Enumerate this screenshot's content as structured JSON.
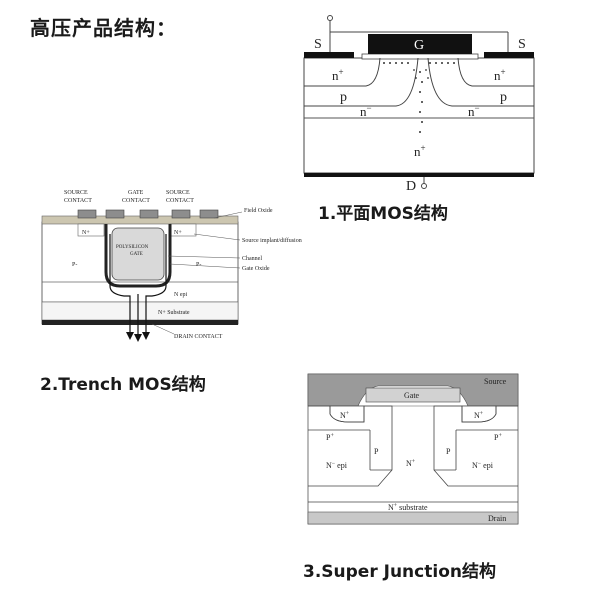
{
  "title": "高压产品结构：",
  "planar": {
    "caption": "1.平面MOS结构",
    "source_left": "S",
    "source_right": "S",
    "gate": "G",
    "drain": "D",
    "n_plus": "n",
    "p": "p",
    "n_minus": "n",
    "substrate": "n",
    "sup_plus": "+",
    "sup_minus": "−"
  },
  "trench": {
    "caption": "2.Trench MOS结构",
    "source_contact_1": "SOURCE",
    "source_contact_2": "CONTACT",
    "gate_contact_1": "GATE",
    "gate_contact_2": "CONTACT",
    "n_plus": "N+",
    "p_minus": "P-",
    "polysilicon_1": "POLYSILICON",
    "polysilicon_2": "GATE",
    "n_epi": "N epi",
    "n_substrate": "N+ Substrate",
    "drain_contact": "DRAIN CONTACT",
    "field_oxide": "Field Oxide",
    "source_implant": "Source implant/diffusion",
    "channel": "Channel",
    "gate_oxide": "Gate Oxide"
  },
  "superjunction": {
    "caption": "3.Super Junction结构",
    "source": "Source",
    "gate": "Gate",
    "n_plus": "N",
    "p_plus": "P",
    "p": "P",
    "n_epi": "N",
    "epi": "epi",
    "n_center": "N",
    "n_substrate": "N",
    "substrate": "substrate",
    "drain": "Drain",
    "plus": "+",
    "minus": "−"
  }
}
